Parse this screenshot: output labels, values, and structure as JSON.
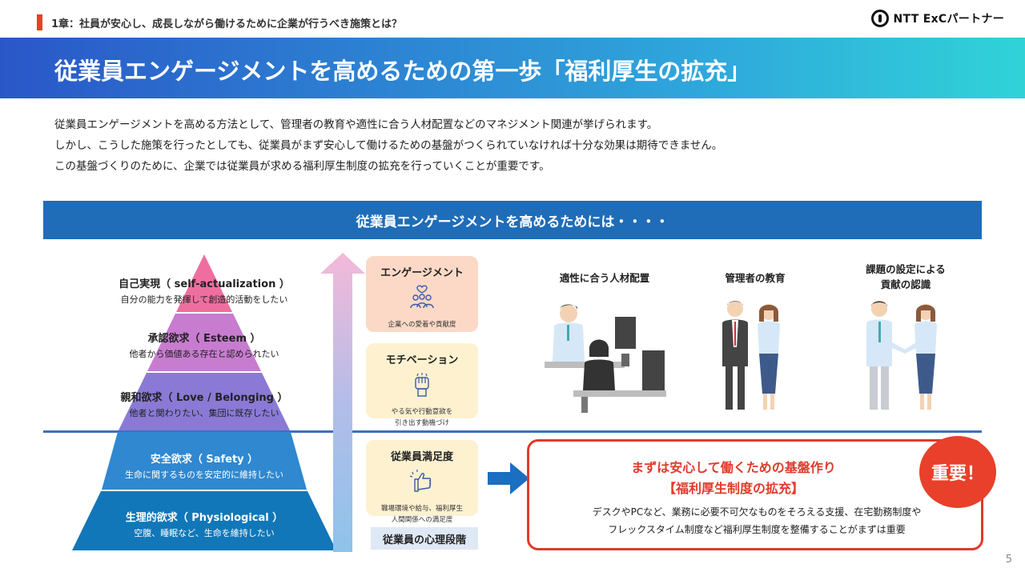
{
  "header": {
    "chapter": "1章：社員が安心し、成長しながら働けるために企業が行うべき施策とは？",
    "logo_text": "NTT ExCパートナー"
  },
  "title": "従業員エンゲージメントを高めるための第一歩「福利厚生の拡充」",
  "intro": [
    "従業員エンゲージメントを高める方法として、管理者の教育や適性に合う人材配置などのマネジメント関連が挙げられます。",
    "しかし、こうした施策を行ったとしても、従業員がまず安心して働けるための基盤がつくられていなければ十分な効果は期待できません。",
    "この基盤づくりのために、企業では従業員が求める福利厚生制度の拡充を行っていくことが重要です。"
  ],
  "section_title": "従業員エンゲージメントを高めるためには・・・・",
  "pyramid": {
    "levels": [
      {
        "title": "自己実現（ self-actualization ）",
        "desc": "自分の能力を発揮して創造的活動をしたい",
        "color": "#ef6ea0"
      },
      {
        "title": "承認欲求（ Esteem ）",
        "desc": "他者から価値ある存在と認められたい",
        "color": "#c77cd0"
      },
      {
        "title": "親和欲求（ Love / Belonging ）",
        "desc": "他者と関わりたい、集団に既存したい",
        "color": "#8a7ad6"
      },
      {
        "title": "安全欲求（ Safety ）",
        "desc": "生命に関するものを安定的に維持したい",
        "color": "#2f88d0"
      },
      {
        "title": "生理的欲求（ Physiological ）",
        "desc": "空腹、睡眠など、生命を維持したい",
        "color": "#1177b8"
      }
    ]
  },
  "stages": {
    "engagement": {
      "title": "エンゲージメント",
      "desc": "企業への愛着や貢献度"
    },
    "motivation": {
      "title": "モチベーション",
      "desc_1": "やる気や行動意欲を",
      "desc_2": "引き出す動機づけ"
    },
    "satisfaction": {
      "title": "従業員満足度",
      "desc_1": "職場環境や給与、福利厚生",
      "desc_2": "人間関係への満足度"
    },
    "label": "従業員の心理段階"
  },
  "people": {
    "placement": "適性に合う人材配置",
    "manager_edu": "管理者の教育",
    "task_1": "課題の設定による",
    "task_2": "貢献の認識"
  },
  "callout": {
    "title": "まずは安心して働くための基盤作り",
    "subtitle": "【福利厚生制度の拡充】",
    "body_1": "デスクやPCなど、業務に必要不可欠なものをそろえる支援、在宅勤務制度や",
    "body_2": "フレックスタイム制度など福利厚生制度を整備することがまずは重要",
    "badge": "重要！"
  },
  "page_number": "5",
  "colors": {
    "accent_red": "#e03a2b",
    "band_blue": "#1f6db8",
    "title_gradient_start": "#2a57c8",
    "title_gradient_end": "#30d3d8"
  }
}
